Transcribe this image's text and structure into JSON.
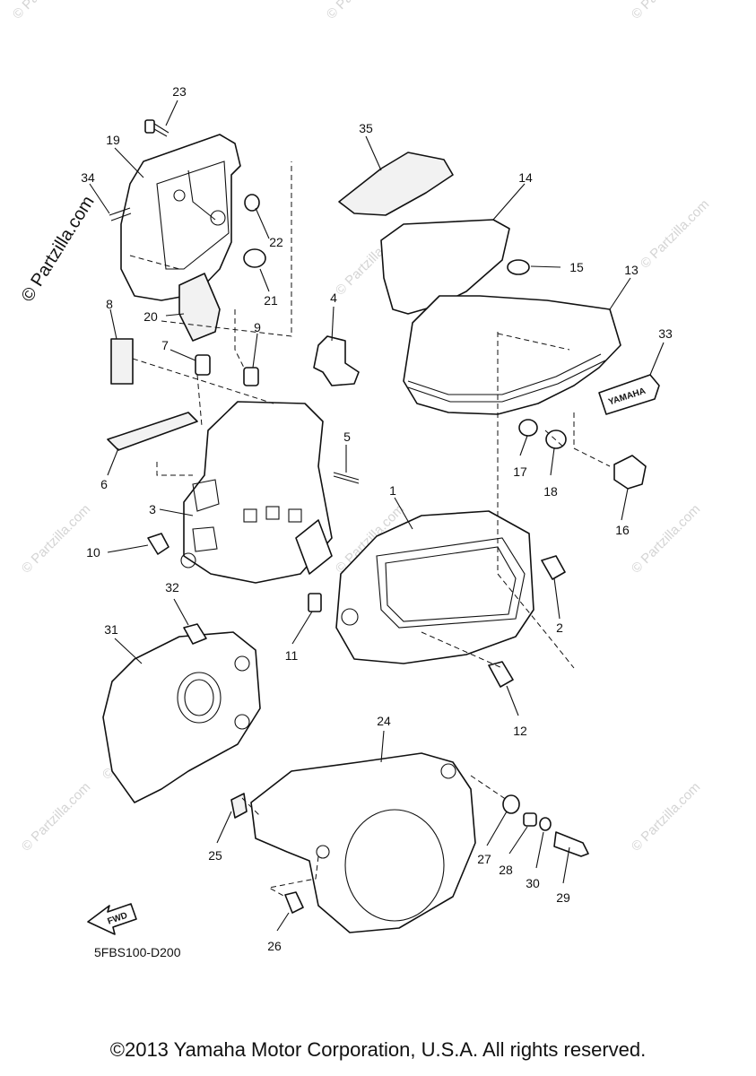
{
  "watermark": {
    "main": "© Partzilla.com",
    "faint": "© Partzilla.com"
  },
  "diagram_code": "5FBS100-D200",
  "fwd_label": "FWD",
  "emblem_text": "YAMAHA",
  "copyright": "©2013 Yamaha Motor Corporation, U.S.A. All rights reserved.",
  "callouts": {
    "c1": "1",
    "c2": "2",
    "c3": "3",
    "c4": "4",
    "c5": "5",
    "c6": "6",
    "c7": "7",
    "c8": "8",
    "c9": "9",
    "c10": "10",
    "c11": "11",
    "c12": "12",
    "c13": "13",
    "c14": "14",
    "c15": "15",
    "c16": "16",
    "c17": "17",
    "c18": "18",
    "c19": "19",
    "c20": "20",
    "c21": "21",
    "c22": "22",
    "c23": "23",
    "c24": "24",
    "c25": "25",
    "c26": "26",
    "c27": "27",
    "c28": "28",
    "c29": "29",
    "c30": "30",
    "c31": "31",
    "c32": "32",
    "c33": "33",
    "c34": "34",
    "c35": "35"
  }
}
